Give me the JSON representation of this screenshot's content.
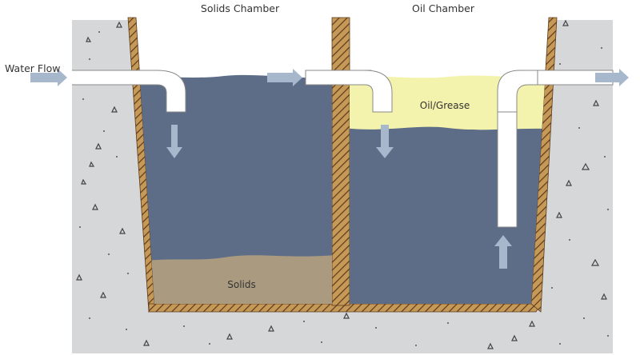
{
  "labels": {
    "solids_chamber": "Solids Chamber",
    "oil_chamber": "Oil Chamber",
    "water_flow": "Water Flow",
    "oil_grease": "Oil/Grease",
    "solids": "Solids"
  },
  "colors": {
    "ground": "#d6d7d8",
    "water": "#5d6d88",
    "oil": "#f4f3ad",
    "solids": "#a99a80",
    "wall": "#c79957",
    "wall_hatch": "#5a3a1e",
    "arrow": "#a7b8cc",
    "pipe": "#ffffff",
    "pipe_outline": "#888888"
  }
}
